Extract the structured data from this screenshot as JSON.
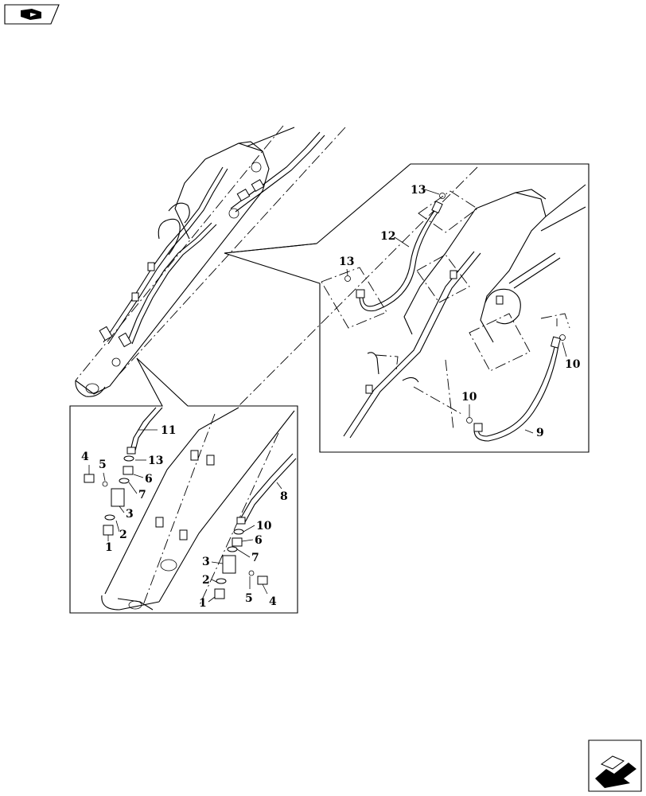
{
  "nav": {
    "prev_icon": "book-arrow-icon",
    "next_icon": "next-page-arrow-icon"
  },
  "detail_right": {
    "labels": [
      "13",
      "12",
      "13",
      "10",
      "10",
      "9"
    ]
  },
  "detail_left": {
    "labels": [
      "11",
      "13",
      "4",
      "5",
      "6",
      "7",
      "3",
      "2",
      "1",
      "8",
      "10",
      "6",
      "7",
      "3",
      "2",
      "1",
      "5",
      "4"
    ]
  }
}
